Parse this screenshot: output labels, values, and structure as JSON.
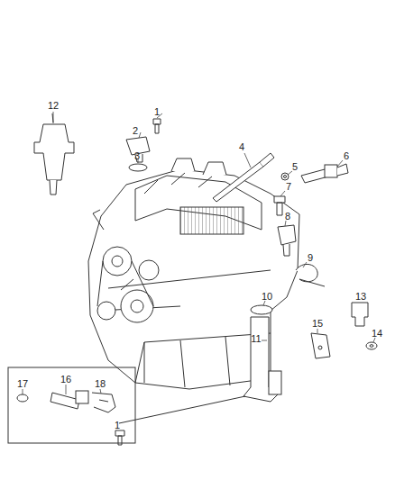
{
  "diagram": {
    "labels": [
      "12",
      "1",
      "2",
      "3",
      "4",
      "5",
      "6",
      "7",
      "8",
      "9",
      "10",
      "13",
      "14",
      "15",
      "11",
      "17",
      "16",
      "18",
      "1"
    ]
  }
}
